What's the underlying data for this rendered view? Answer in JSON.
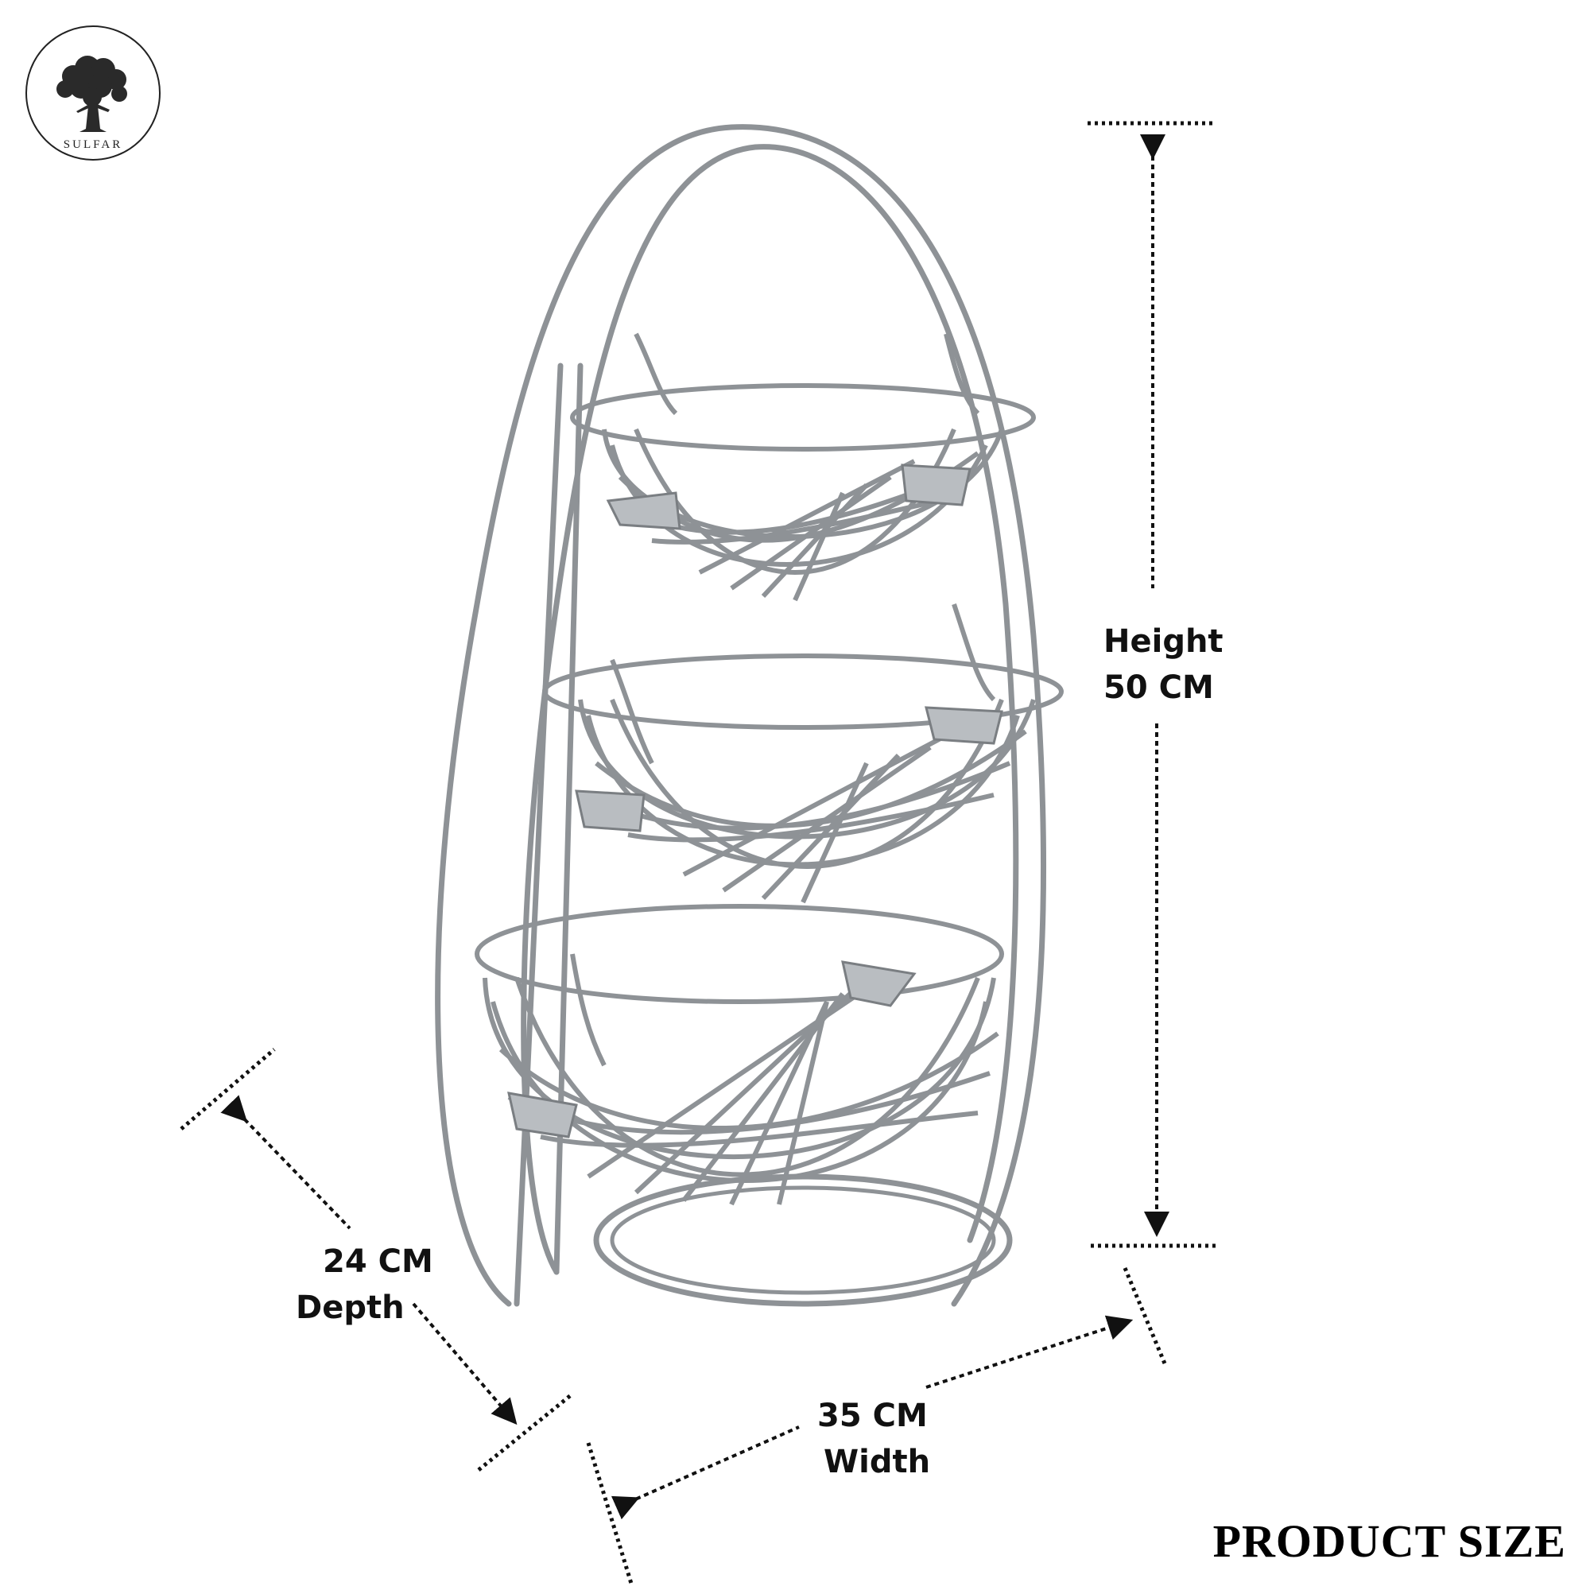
{
  "brand": {
    "name": "SULFAR"
  },
  "dimensions": {
    "height": {
      "label": "Height",
      "value": "50 CM"
    },
    "depth": {
      "label": "Depth",
      "value": "24 CM"
    },
    "width": {
      "label": "Width",
      "value": "35 CM"
    }
  },
  "footer": {
    "title": "PRODUCT SIZE"
  },
  "colors": {
    "wire": "#8e9296",
    "wire_highlight": "#d4d7da",
    "clip": "#b9bdc1",
    "dimension_line": "#111111"
  }
}
